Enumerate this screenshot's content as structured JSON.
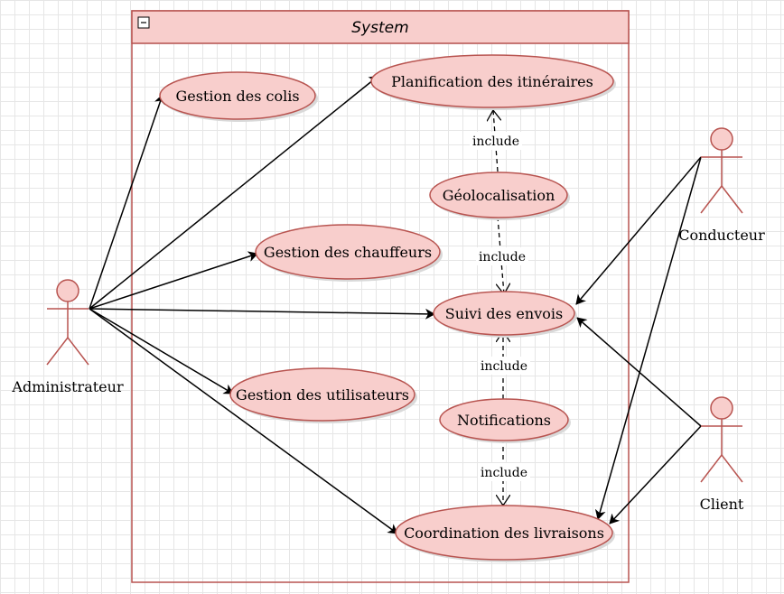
{
  "system": {
    "title": "System",
    "collapse_icon": "minus-square-icon"
  },
  "use_cases": {
    "colis": "Gestion des colis",
    "planification": "Planification des itinéraires",
    "geolocalisation": "Géolocalisation",
    "chauffeurs": "Gestion des chauffeurs",
    "suivi": "Suivi des envois",
    "utilisateurs": "Gestion des utilisateurs",
    "notifications": "Notifications",
    "coordination": "Coordination des livraisons"
  },
  "actors": {
    "administrateur": "Administrateur",
    "conducteur": "Conducteur",
    "client": "Client"
  },
  "relations": {
    "include_1": "include",
    "include_2": "include",
    "include_3": "include",
    "include_4": "include"
  },
  "colors": {
    "fill": "#f8cecc",
    "stroke": "#b85450"
  }
}
